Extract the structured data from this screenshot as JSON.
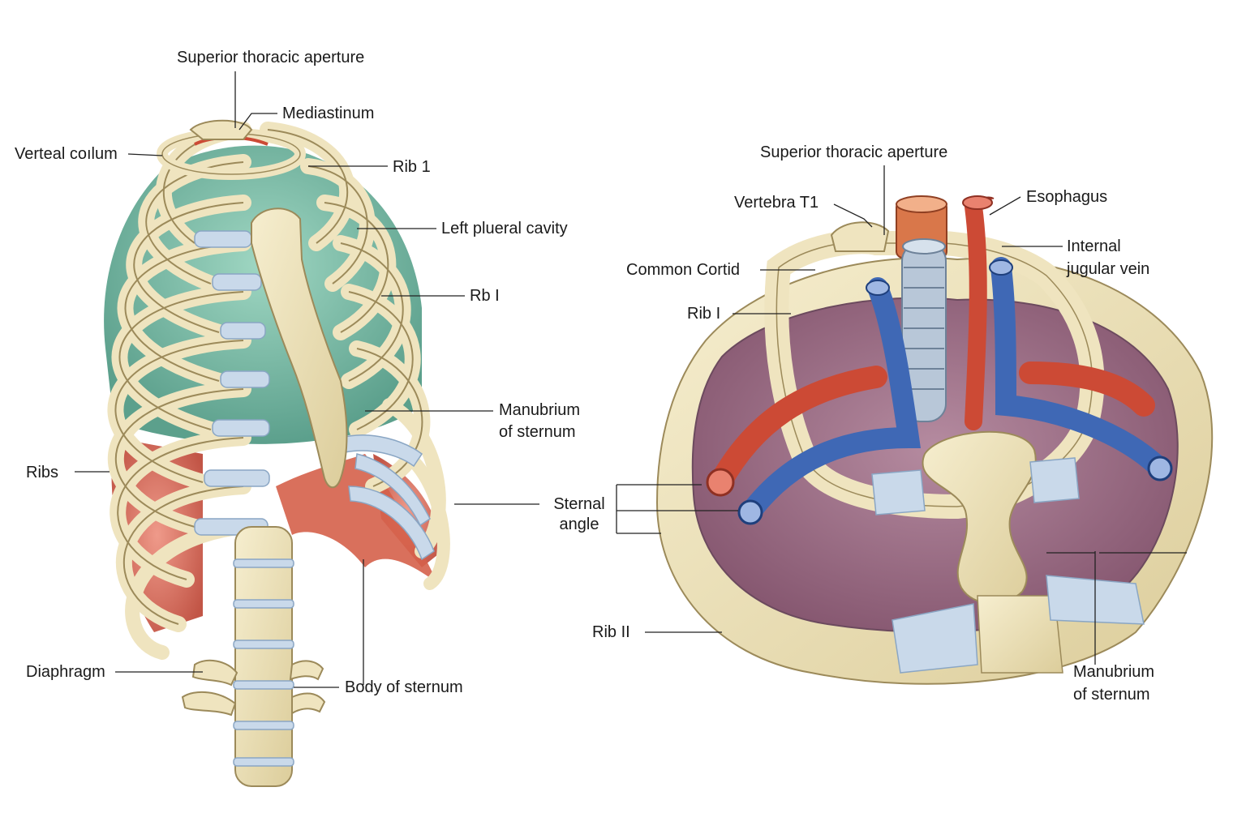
{
  "colors": {
    "bone": "#efe4bf",
    "bone_stroke": "#9c8a5a",
    "cartilage": "#c9d9ea",
    "lung_green": "#5fb39a",
    "lung_red": "#d96f62",
    "lung_purple": "#9e6f86",
    "artery": "#cc4a35",
    "vein": "#3f68b5",
    "trachea": "#b8c7d8",
    "esophagus": "#d9774a"
  },
  "left_figure": {
    "labels": {
      "superior_thoracic_aperture": "Superior thoracic aperture",
      "mediastinum": "Mediastinum",
      "verteal_column": "Verteal coılum",
      "rib1": "Rib 1",
      "left_pleural_cavity": "Left plueral cavity",
      "rib_i": "Rb I",
      "manubrium_line1": "Manubrium",
      "manubrium_line2": "of sternum",
      "ribs": "Ribs",
      "diaphragm": "Diaphragm",
      "body_of_sternum": "Body of sternum"
    }
  },
  "center": {
    "sternal_angle_line1": "Sternal",
    "sternal_angle_line2": "angle"
  },
  "right_figure": {
    "labels": {
      "superior_thoracic_aperture": "Superior thoracic aperture",
      "vertebra_t1": "Vertebra T1",
      "esophagus": "Esophagus",
      "internal_jugular_line1": "Internal",
      "internal_jugular_line2": "jugular vein",
      "common_carotid": "Common Cortid",
      "rib_i": "Rib I",
      "rib_ii": "Rib II",
      "manubrium_line1": "Manubrium",
      "manubrium_line2": "of sternum"
    }
  }
}
